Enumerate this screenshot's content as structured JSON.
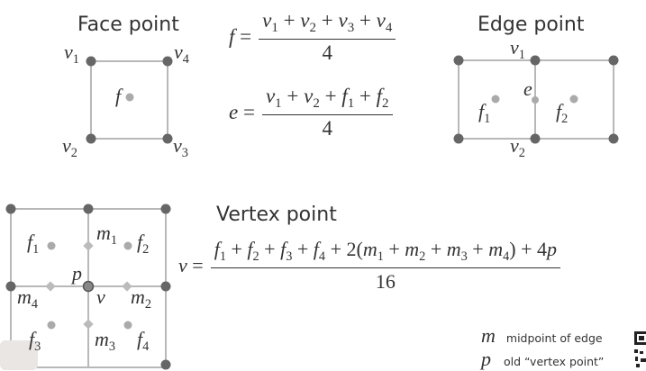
{
  "face": {
    "title": "Face point",
    "labels": {
      "v1": "1",
      "v2": "2",
      "v3": "3",
      "v4": "4",
      "f": "f"
    },
    "formula": {
      "lhs": "f",
      "den": "4"
    }
  },
  "edge": {
    "title": "Edge point",
    "labels": {
      "v1": "1",
      "v2": "2",
      "f1": "1",
      "f2": "2",
      "e": "e"
    },
    "formula": {
      "lhs": "e",
      "den": "4"
    }
  },
  "vertex": {
    "title": "Vertex point",
    "labels": {
      "f1": "1",
      "f2": "2",
      "f3": "3",
      "f4": "4",
      "m1": "1",
      "m2": "2",
      "m3": "3",
      "m4": "4",
      "p": "p",
      "v": "v"
    },
    "formula": {
      "lhs": "v",
      "den": "16"
    }
  },
  "legend": [
    {
      "symbol": "m",
      "text": "midpoint of edge"
    },
    {
      "symbol": "p",
      "text": "old “vertex point”"
    }
  ],
  "colors": {
    "vertex": "#666666",
    "face": "#aaaaaa",
    "edge_line": "#b8b8b8",
    "text": "#333333"
  }
}
